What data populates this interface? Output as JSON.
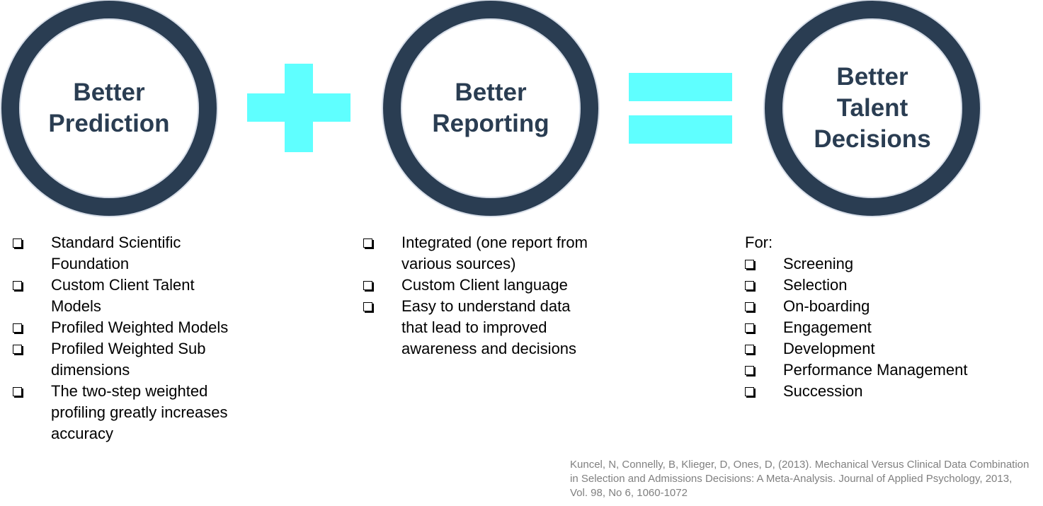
{
  "circles": [
    {
      "title": "Better\nPrediction"
    },
    {
      "title": "Better\nReporting"
    },
    {
      "title": "Better\nTalent\nDecisions"
    }
  ],
  "operators": {
    "plus": "plus-icon",
    "equals": "equals-icon",
    "color": "#5fffff"
  },
  "lists": {
    "prediction": [
      "Standard Scientific\nFoundation",
      "Custom Client Talent\nModels",
      "Profiled Weighted Models",
      "Profiled Weighted Sub\ndimensions",
      "The two-step weighted\nprofiling greatly increases\naccuracy"
    ],
    "reporting": [
      "Integrated (one report from\nvarious sources)",
      "Custom Client language",
      "Easy to understand data\nthat lead to improved\nawareness and decisions"
    ],
    "decisions_heading": "For:",
    "decisions": [
      "Screening",
      "Selection",
      "On-boarding",
      "Engagement",
      "Development",
      "Performance Management",
      "Succession"
    ]
  },
  "citation": "Kuncel, N, Connelly, B, Klieger, D, Ones, D, (2013). Mechanical Versus Clinical Data Combination in Selection and Admissions Decisions: A Meta-Analysis. Journal of Applied Psychology, 2013, Vol. 98, No 6, 1060-1072"
}
